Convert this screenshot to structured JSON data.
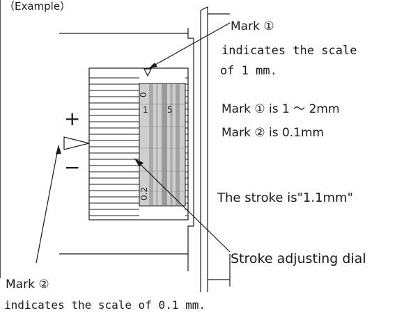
{
  "header": {
    "example_label": "（Example）"
  },
  "mark1": {
    "title": "Mark ①",
    "desc_line1": "indicates the scale",
    "desc_line2": "of 1 mm."
  },
  "notes": {
    "mark1_value": "Mark ① is 1 ～ 2mm",
    "mark2_value": "Mark ② is 0.1mm",
    "stroke_result": "The stroke is\"1.1mm\""
  },
  "dial": {
    "label": "Stroke adjusting dial",
    "plus_sign": "+",
    "minus_sign": "−",
    "scale": {
      "top_zero": "0",
      "one": "1",
      "five": "5",
      "bottom_value": "0.2"
    }
  },
  "mark2": {
    "title": "Mark ②",
    "desc": "indicates the scale of 0.1 mm."
  },
  "colors": {
    "line": "#1a1a1a",
    "scale_fill": "#c8c8c8",
    "scale_dark": "#9a9a9a"
  }
}
